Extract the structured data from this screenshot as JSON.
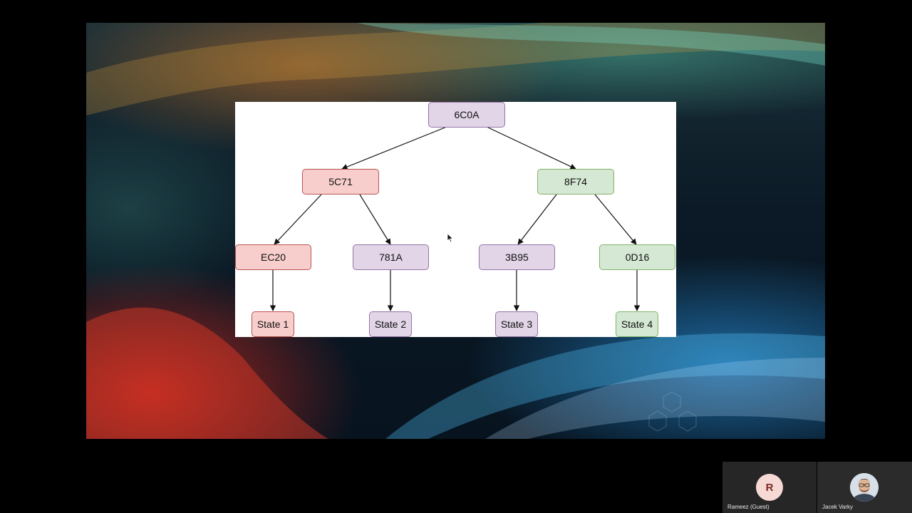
{
  "diagram": {
    "root": {
      "label": "6C0A",
      "color": "purple"
    },
    "level1": [
      {
        "label": "5C71",
        "color": "red"
      },
      {
        "label": "8F74",
        "color": "green"
      }
    ],
    "level2": [
      {
        "label": "EC20",
        "color": "red"
      },
      {
        "label": "781A",
        "color": "purple"
      },
      {
        "label": "3B95",
        "color": "purple"
      },
      {
        "label": "0D16",
        "color": "green"
      }
    ],
    "states": [
      {
        "label": "State 1",
        "color": "red"
      },
      {
        "label": "State 2",
        "color": "purple"
      },
      {
        "label": "State 3",
        "color": "purple"
      },
      {
        "label": "State 4",
        "color": "green"
      }
    ]
  },
  "participants": [
    {
      "initial": "R",
      "name": "Rameez (Guest)",
      "avatar": "initial-avatar"
    },
    {
      "name": "Jacek Varky",
      "avatar": "photo-avatar"
    }
  ],
  "colors": {
    "red_fill": "#f8cecc",
    "red_stroke": "#b85450",
    "purple_fill": "#e1d5e7",
    "purple_stroke": "#9673a6",
    "green_fill": "#d5e8d4",
    "green_stroke": "#82b366"
  }
}
